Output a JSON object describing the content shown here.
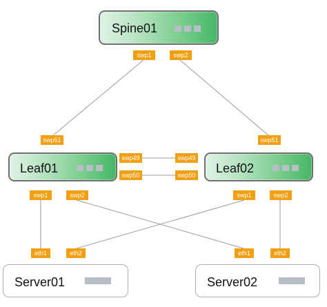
{
  "nodes": {
    "spine01": {
      "label": "Spine01"
    },
    "leaf01": {
      "label": "Leaf01"
    },
    "leaf02": {
      "label": "Leaf02"
    },
    "server01": {
      "label": "Server01"
    },
    "server02": {
      "label": "Server02"
    }
  },
  "ports": {
    "spine01": {
      "swp1": "swp1",
      "swp2": "swp2"
    },
    "leaf01": {
      "swp51": "swp51",
      "swp49": "swp49",
      "swp50": "swp50",
      "swp1": "swp1",
      "swp2": "swp2"
    },
    "leaf02": {
      "swp51": "swp51",
      "swp49": "swp49",
      "swp50": "swp50",
      "swp1": "swp1",
      "swp2": "swp2"
    },
    "server01": {
      "eth1": "eth1",
      "eth2": "eth2"
    },
    "server02": {
      "eth1": "eth1",
      "eth2": "eth2"
    }
  },
  "colors": {
    "port_fill": "#f2a012",
    "switch_green": "#45b768",
    "switch_border": "#6f6f6f",
    "server_border": "#a7b0b7",
    "link": "#9a9a9a",
    "indicator": "#b8bec6"
  },
  "icons": {
    "switch_indicator": "status-dots-icon",
    "server_indicator": "drive-bar-icon"
  }
}
